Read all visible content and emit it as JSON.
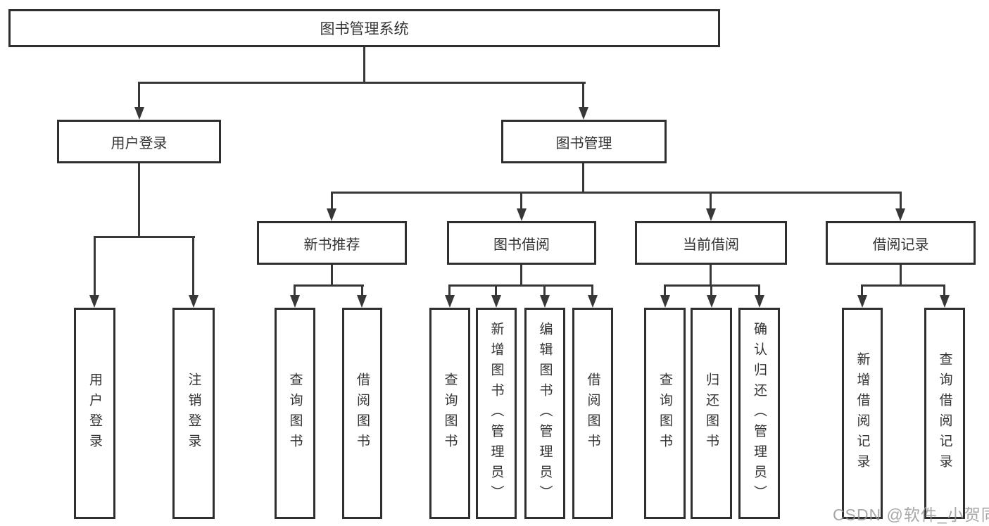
{
  "diagram": {
    "root": {
      "label": "图书管理系统"
    },
    "branches": [
      {
        "label": "用户登录",
        "children": [
          {
            "label": "用户登录"
          },
          {
            "label": "注销登录"
          }
        ]
      },
      {
        "label": "图书管理",
        "children": [
          {
            "label": "新书推荐",
            "children": [
              {
                "label": "查询图书"
              },
              {
                "label": "借阅图书"
              }
            ]
          },
          {
            "label": "图书借阅",
            "children": [
              {
                "label": "查询图书"
              },
              {
                "label": "新增图书（管理员）"
              },
              {
                "label": "编辑图书（管理员）"
              },
              {
                "label": "借阅图书"
              }
            ]
          },
          {
            "label": "当前借阅",
            "children": [
              {
                "label": "查询图书"
              },
              {
                "label": "归还图书"
              },
              {
                "label": "确认归还（管理员）"
              }
            ]
          },
          {
            "label": "借阅记录",
            "children": [
              {
                "label": "新增借阅记录"
              },
              {
                "label": "查询借阅记录"
              }
            ]
          }
        ]
      }
    ],
    "watermark": "CSDN @软件_小贺同学",
    "colors": {
      "line": "#383838",
      "box_border": "#2f2f2f",
      "box_fill": "#ffffff",
      "text": "#333333",
      "watermark": "#949494"
    }
  }
}
